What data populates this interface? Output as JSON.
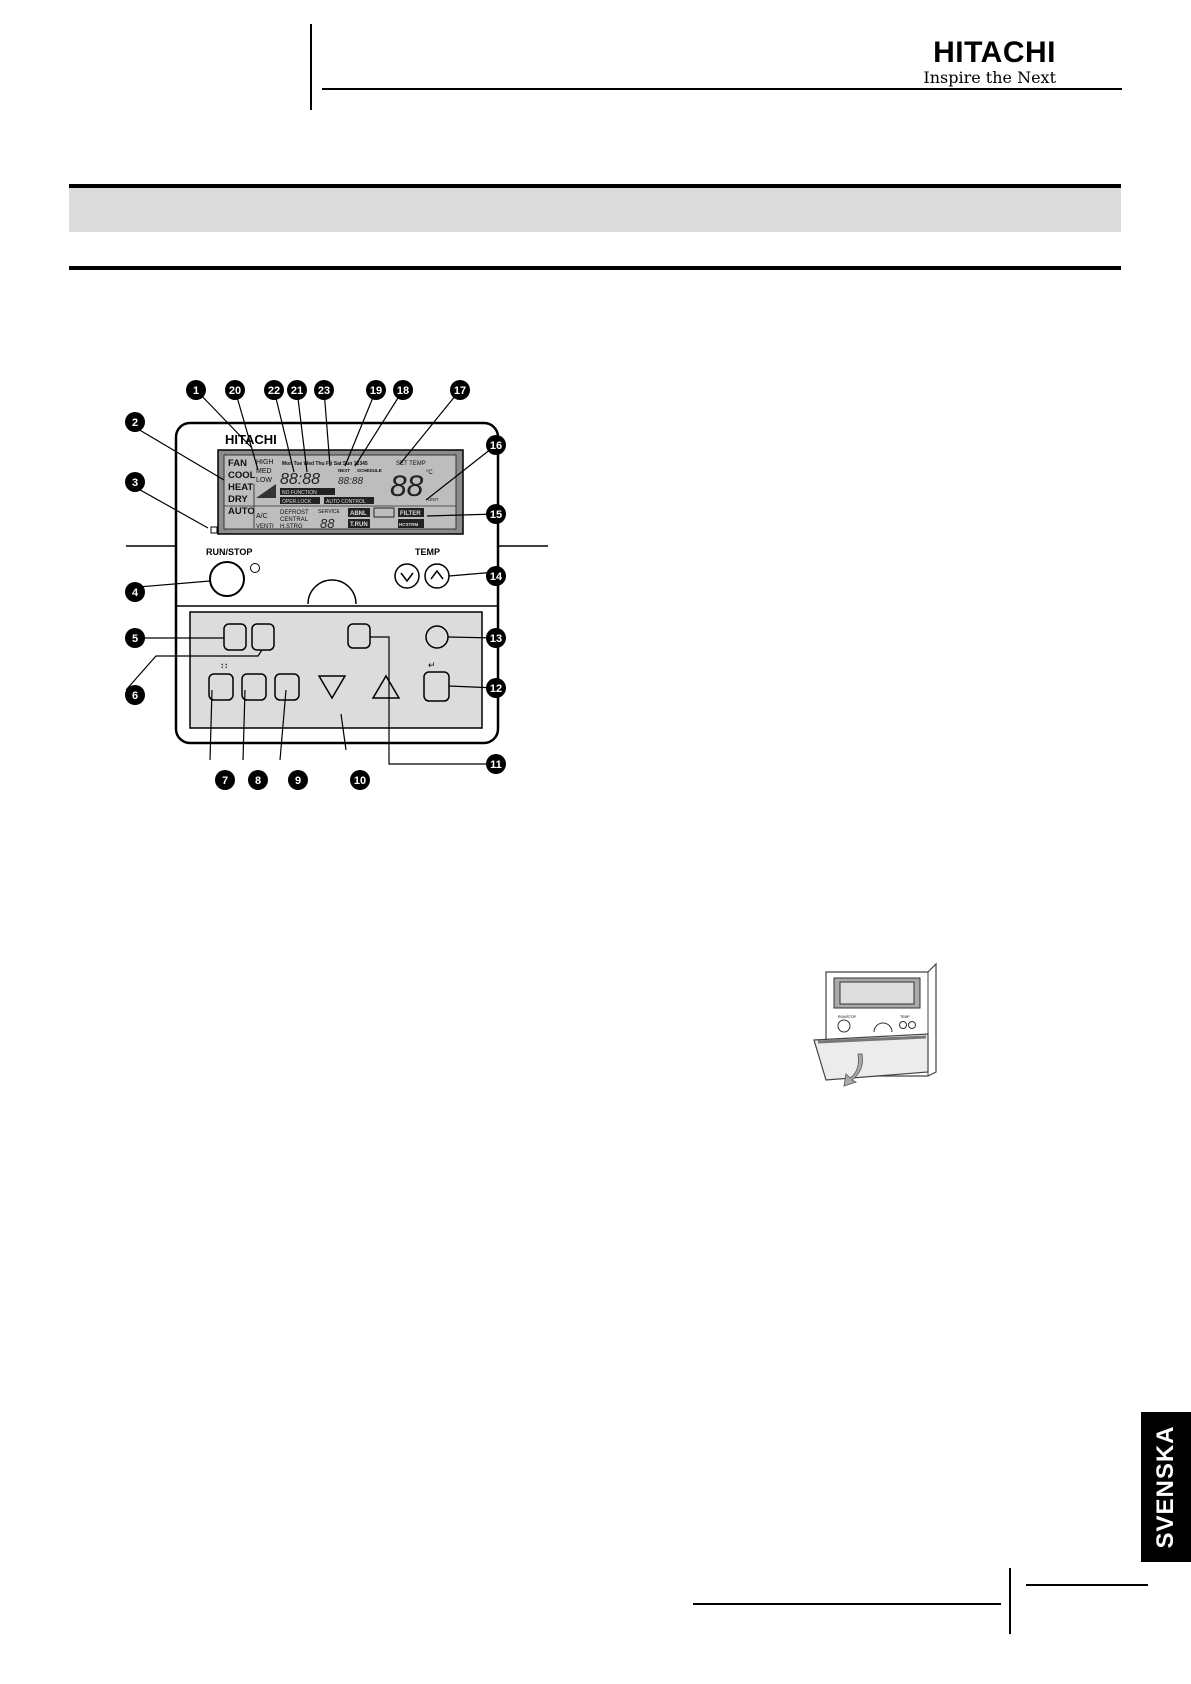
{
  "header": {
    "brand_name": "HITACHI",
    "brand_tagline": "Inspire the Next"
  },
  "side_tab": {
    "label": "SVENSKA"
  },
  "controller": {
    "brand": "HITACHI",
    "run_stop_label": "RUN/STOP",
    "temp_label": "TEMP",
    "lcd": {
      "modes": [
        "FAN",
        "COOL",
        "HEAT",
        "DRY",
        "AUTO"
      ],
      "fan_speeds": [
        "HIGH",
        "MED",
        "LOW"
      ],
      "days_row": "Mon Tue Wed Thu Fri Sat Sun 12345",
      "timer_digits": "88:88",
      "next_label": "NEXT",
      "schedule_label": "SCHEDULE",
      "schedule_digits": "88:88",
      "set_temp_label": "SET TEMP",
      "set_temp_digits": "88",
      "celsius": "°C",
      "unit_label": "UNIT",
      "no_function_label": "NO FUNCTION",
      "operlock_label": "OPER.LOCK",
      "auto_control_label": "AUTO CONTROL",
      "ac_label": "A/C",
      "vent_label": "VENTI",
      "defrost_label": "DEFROST",
      "central_label": "CENTRAL",
      "hstrg_label": "H.STRG",
      "service_label": "SERVICE",
      "service_digits": "88",
      "abnl_label": "ABNL",
      "trun_label": "T.RUN",
      "filter_label": "FILTER",
      "hcstrm_label": "HCSTRM"
    },
    "callouts": [
      "1",
      "2",
      "3",
      "4",
      "5",
      "6",
      "7",
      "8",
      "9",
      "10",
      "11",
      "12",
      "13",
      "14",
      "15",
      "16",
      "17",
      "18",
      "19",
      "20",
      "21",
      "22",
      "23"
    ]
  },
  "small_controller": {
    "label_left": "RUN/STOP",
    "label_right": "TEMP"
  }
}
